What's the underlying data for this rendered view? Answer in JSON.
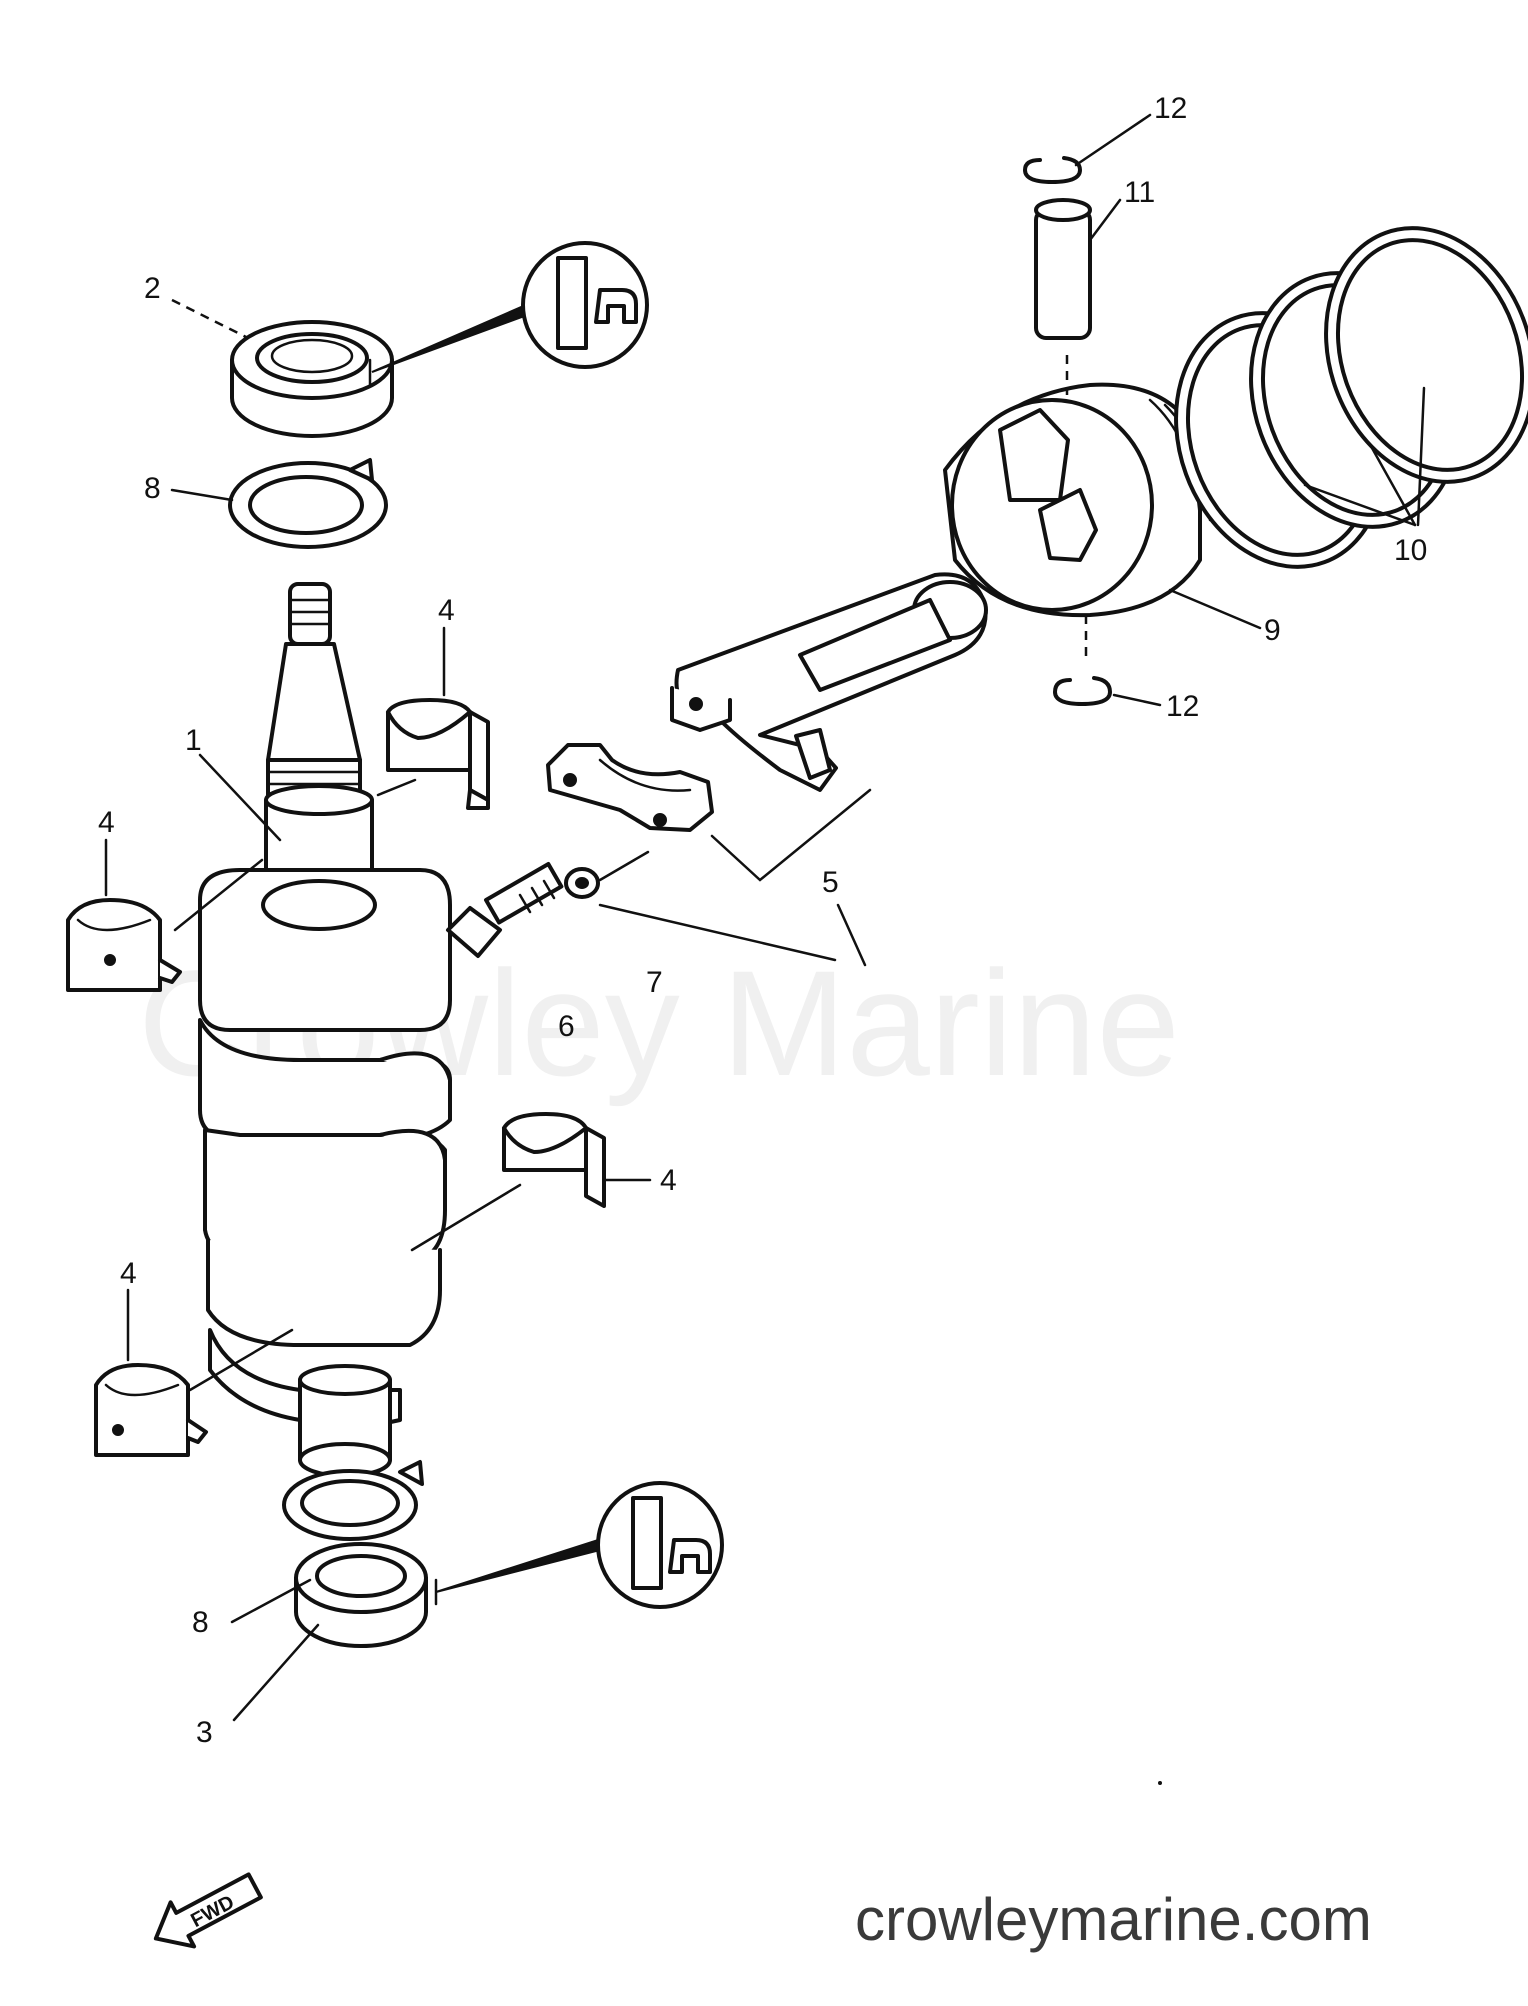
{
  "diagram": {
    "callouts": [
      "1",
      "2",
      "3",
      "4",
      "4",
      "4",
      "4",
      "5",
      "6",
      "7",
      "8",
      "8",
      "9",
      "10",
      "11",
      "12",
      "12"
    ],
    "direction_arrow": "FWD",
    "watermark": "Crowley Marine",
    "site_credit": "crowleymarine.com"
  }
}
